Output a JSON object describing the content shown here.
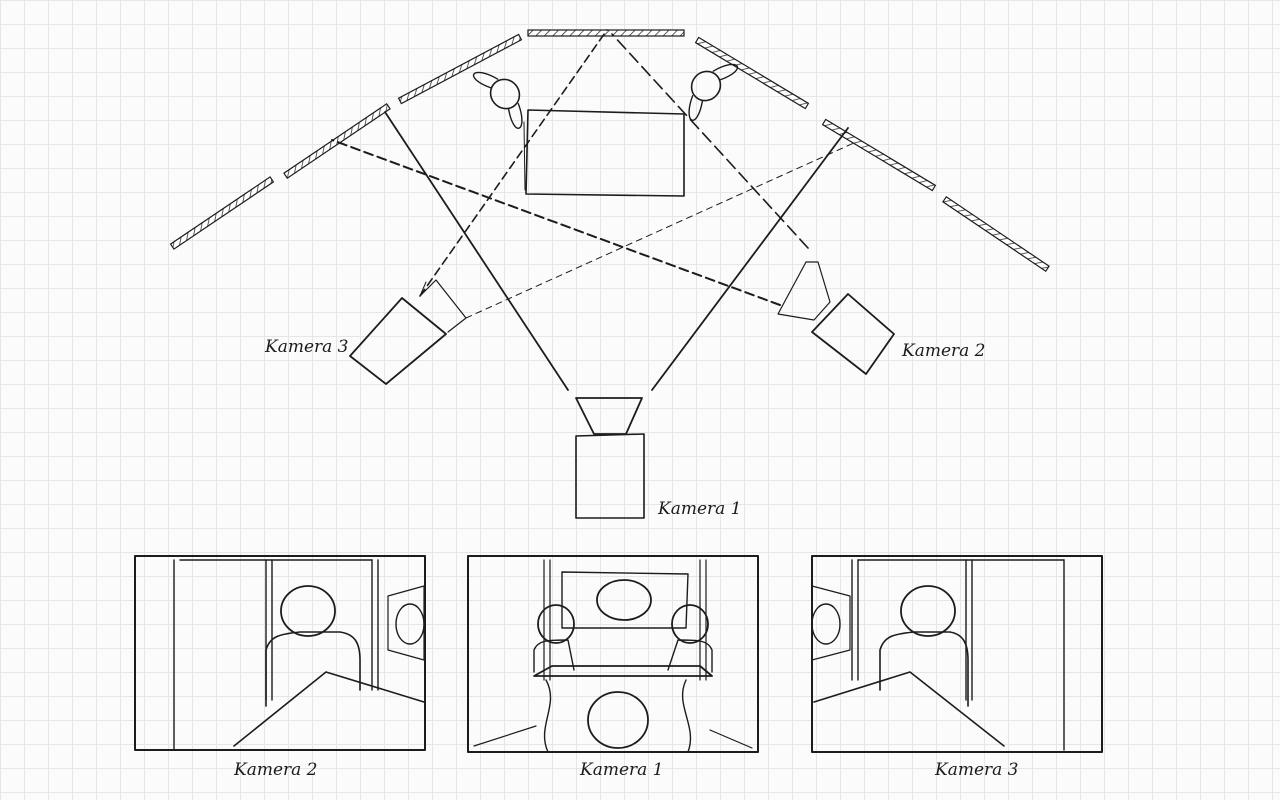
{
  "labels": {
    "camera3_top": "Kamera 3",
    "camera2_top": "Kamera 2",
    "camera1_top": "Kamera 1",
    "frame_left": "Kamera 2",
    "frame_center": "Kamera 1",
    "frame_right": "Kamera 3"
  },
  "colors": {
    "ink": "#1c1c1c",
    "paper": "#fbfbfb",
    "grid": "#e6e6e6"
  }
}
